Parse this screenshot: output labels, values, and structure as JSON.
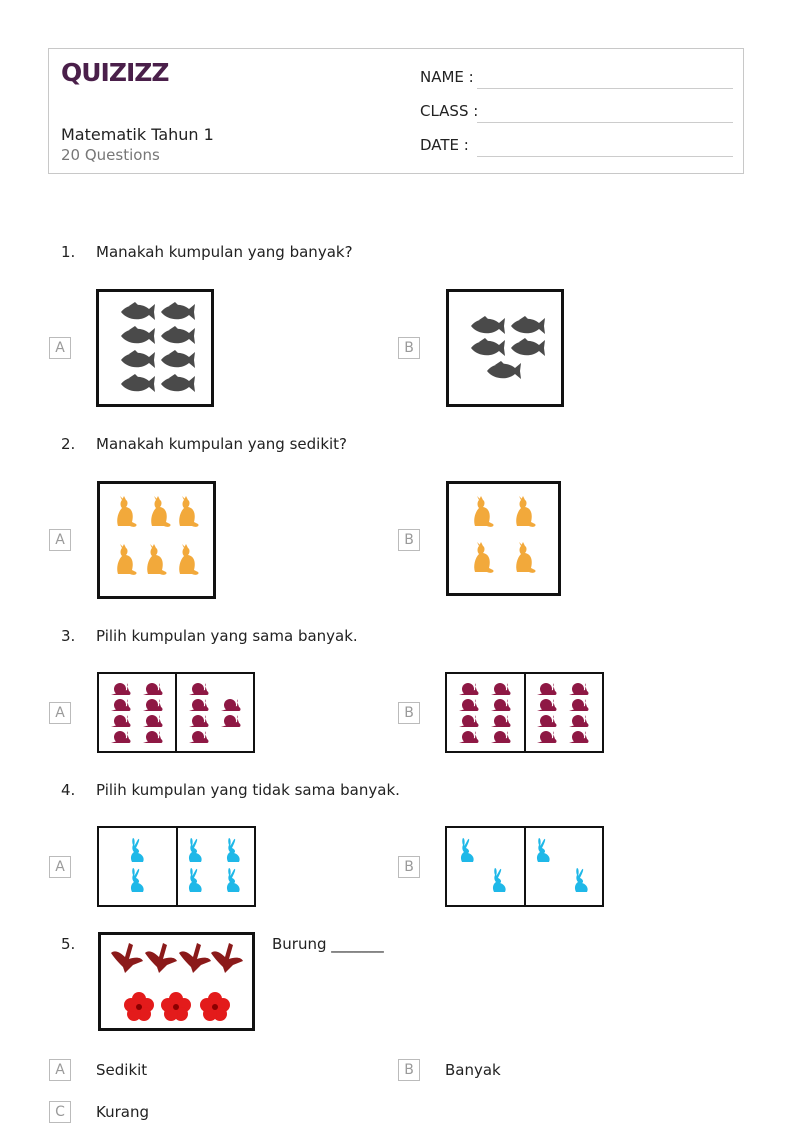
{
  "header": {
    "logo": "QUIZIZZ",
    "title": "Matematik Tahun 1",
    "subtitle": "20 Questions",
    "fields": [
      "NAME :",
      "CLASS :",
      "DATE  :"
    ]
  },
  "questions": [
    {
      "number": "1.",
      "text": "Manakah kumpulan yang banyak?",
      "options": [
        "A",
        "B"
      ]
    },
    {
      "number": "2.",
      "text": "Manakah kumpulan yang sedikit?",
      "options": [
        "A",
        "B"
      ]
    },
    {
      "number": "3.",
      "text": "Pilih kumpulan yang sama banyak.",
      "options": [
        "A",
        "B"
      ]
    },
    {
      "number": "4.",
      "text": "Pilih kumpulan yang tidak sama banyak.",
      "options": [
        "A",
        "B"
      ]
    },
    {
      "number": "5.",
      "text": "Burung _______",
      "answers": [
        {
          "letter": "A",
          "text": "Sedikit"
        },
        {
          "letter": "B",
          "text": "Banyak"
        },
        {
          "letter": "C",
          "text": "Kurang"
        }
      ]
    }
  ],
  "colors": {
    "fish": "#4a4a4a",
    "cat": "#f2a93b",
    "snail": "#8e1844",
    "rabbit": "#1fb8e8",
    "bird": "#8b1a1a",
    "flower": "#e31b1b",
    "logo": "#4a1f4a"
  },
  "icons": {
    "fish": "fish-icon",
    "cat": "cat-icon",
    "snail": "snail-icon",
    "rabbit": "rabbit-icon",
    "bird": "bird-icon",
    "flower": "flower-icon"
  }
}
